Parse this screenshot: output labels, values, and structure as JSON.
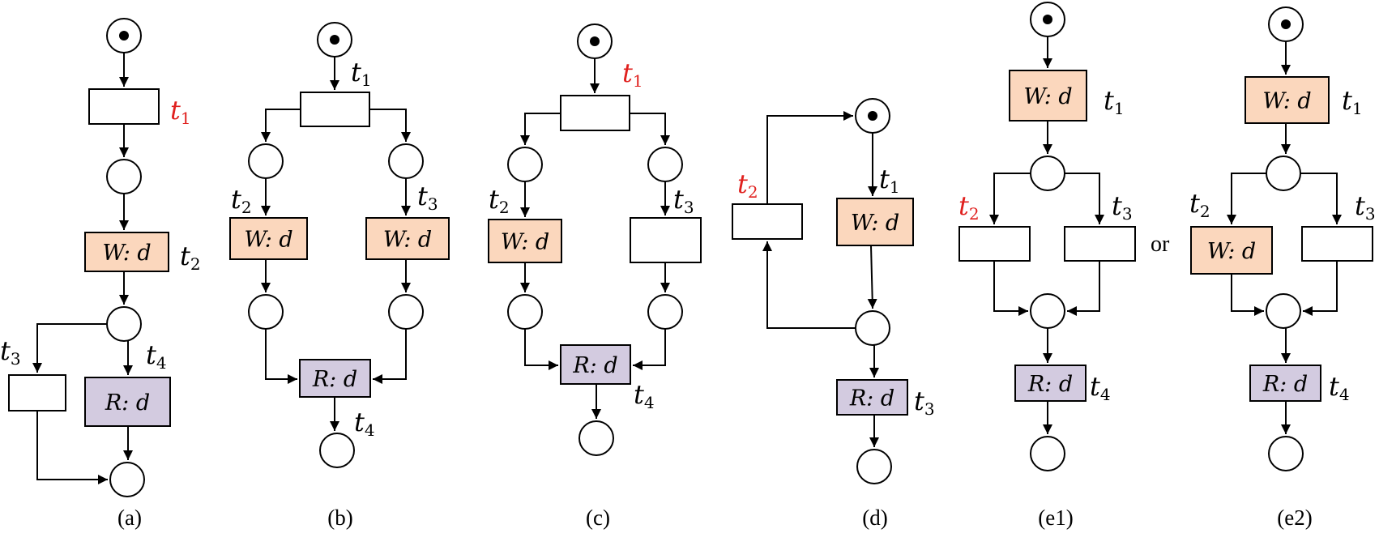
{
  "colors": {
    "write_fill": "#fbd7bd",
    "read_fill": "#d3cbe0",
    "empty_fill": "#ffffff",
    "highlight_label": "#e0201e",
    "normal_label": "#000000"
  },
  "icons": {
    "place": "circle",
    "token": "filled-dot",
    "transition": "rectangle",
    "arc": "arrow"
  },
  "subfigures": [
    {
      "id": "a",
      "caption": "(a)"
    },
    {
      "id": "b",
      "caption": "(b)"
    },
    {
      "id": "c",
      "caption": "(c)"
    },
    {
      "id": "d",
      "caption": "(d)"
    },
    {
      "id": "e1",
      "caption": "(e1)"
    },
    {
      "id": "e2",
      "caption": "(e2)"
    }
  ],
  "labels": {
    "t": "t",
    "s1": "1",
    "s2": "2",
    "s3": "3",
    "s4": "4",
    "write": "W: d",
    "read": "R: d",
    "or": "or"
  }
}
